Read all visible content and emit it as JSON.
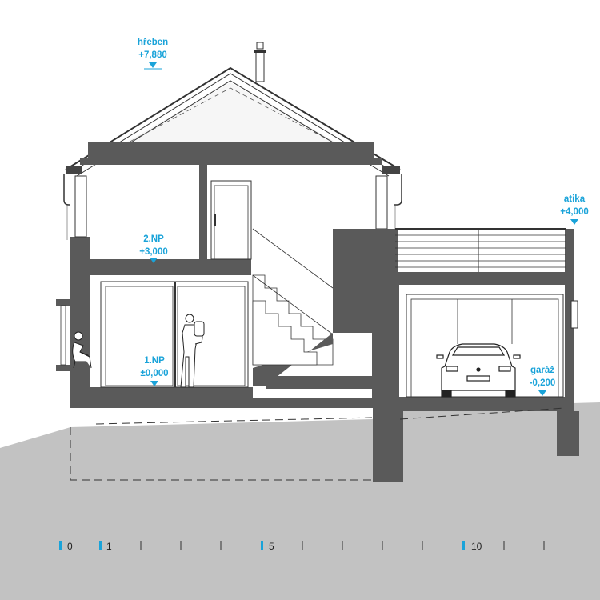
{
  "colors": {
    "ground": "#c2c2c2",
    "wall": "#5a5a5a",
    "accent": "#1aa3d9",
    "line": "#333333",
    "roof_fill": "#f6f6f6"
  },
  "levels": {
    "ridge": {
      "name": "hřeben",
      "value": "+7,880"
    },
    "floor2": {
      "name": "2.NP",
      "value": "+3,000"
    },
    "floor1": {
      "name": "1.NP",
      "value": "±0,000"
    },
    "attic": {
      "name": "atika",
      "value": "+4,000"
    },
    "garage": {
      "name": "garáž",
      "value": "-0,200"
    }
  },
  "scale_bar": {
    "labels": {
      "zero": "0",
      "one": "1",
      "five": "5",
      "ten": "10"
    }
  }
}
